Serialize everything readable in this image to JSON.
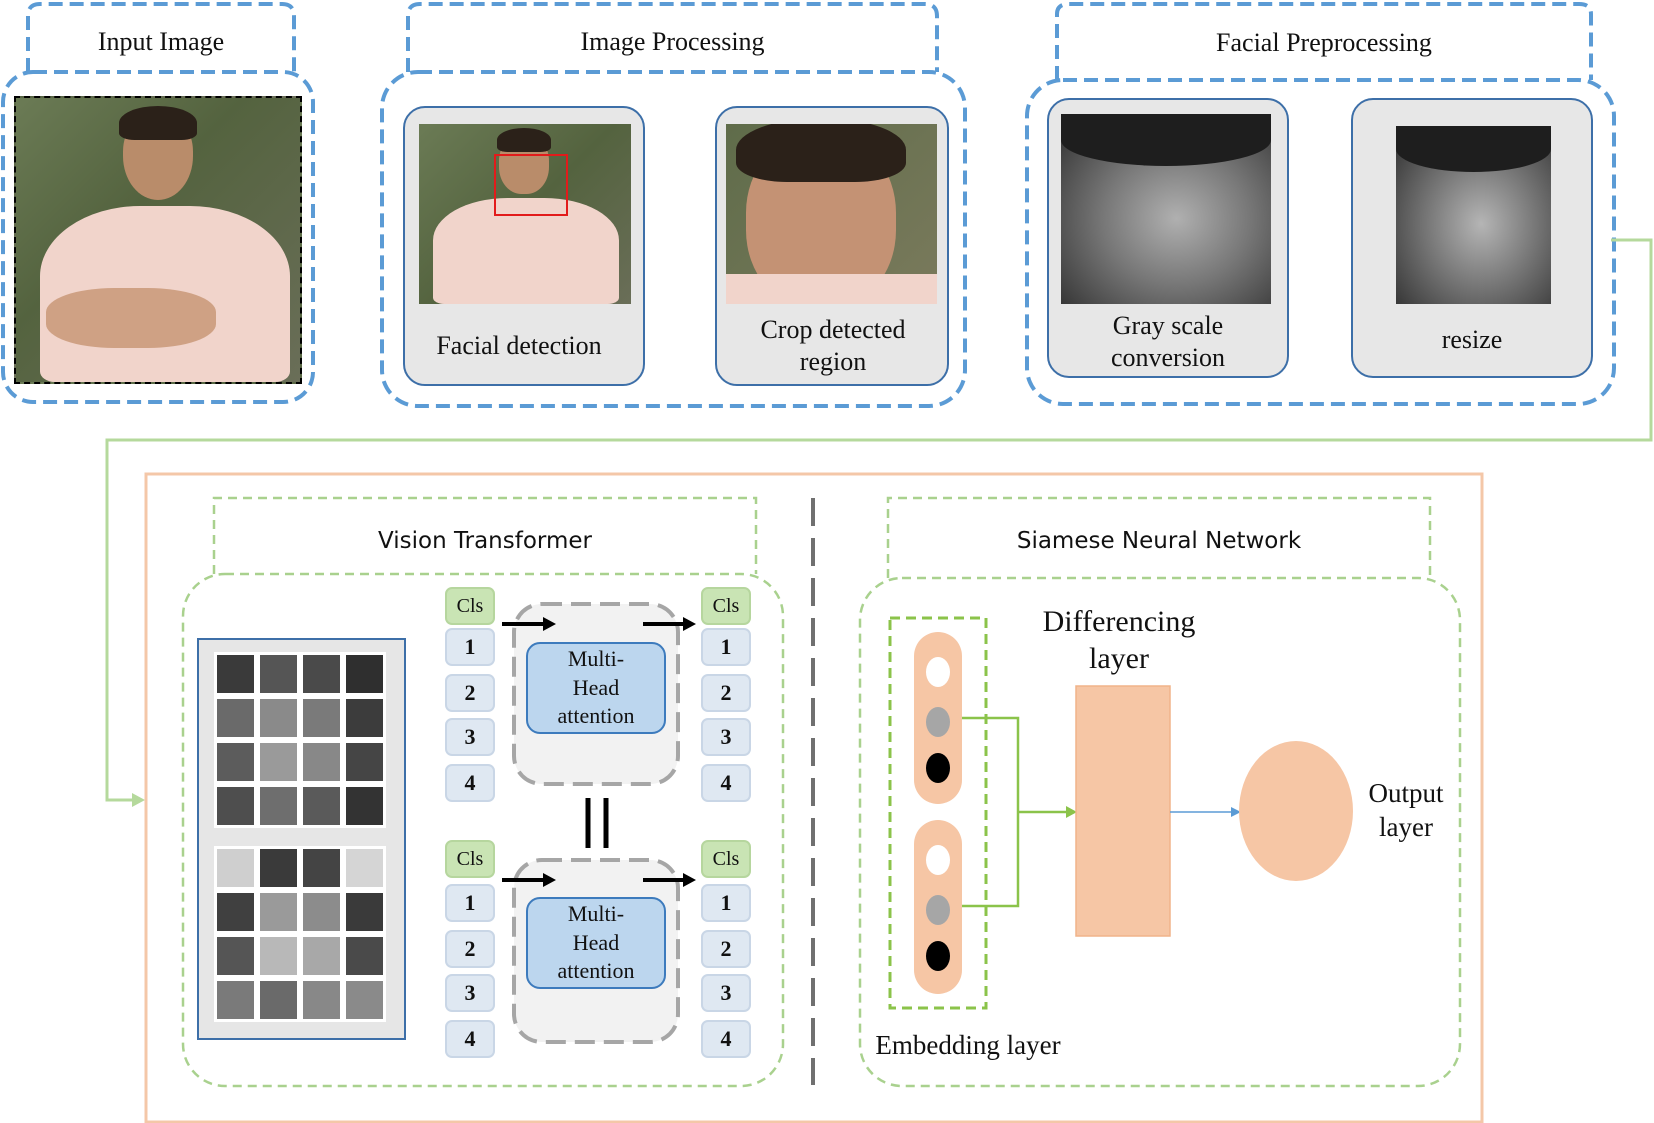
{
  "pipeline": {
    "input_image": {
      "title": "Input Image"
    },
    "image_processing": {
      "title": "Image Processing",
      "steps": [
        "Facial detection",
        "Crop detected region"
      ]
    },
    "facial_preprocessing": {
      "title": "Facial Preprocessing",
      "steps": [
        "Gray scale conversion",
        "resize"
      ]
    }
  },
  "model": {
    "vision_transformer": {
      "title": "Vision Transformer",
      "cls_label": "Cls",
      "patch_tokens": [
        "1",
        "2",
        "3",
        "4"
      ],
      "attention_label": "Multi-\nHead\nattention",
      "equal_sign": "||"
    },
    "siamese_network": {
      "title": "Siamese Neural Network",
      "differencing_label": "Differencing layer",
      "output_label": "Output layer",
      "embedding_label": "Embedding layer"
    }
  },
  "colors": {
    "pipeline_border": "#5b9bd5",
    "model_frame": "#f4c7a8",
    "group_dashed": "#a9d18e",
    "connector": "#b5d99c",
    "layer_fill": "#f6c6a5",
    "attention_fill": "#bcd6ee",
    "cls_token": "#c9e4b4",
    "patch_token": "#dfe8f2"
  }
}
